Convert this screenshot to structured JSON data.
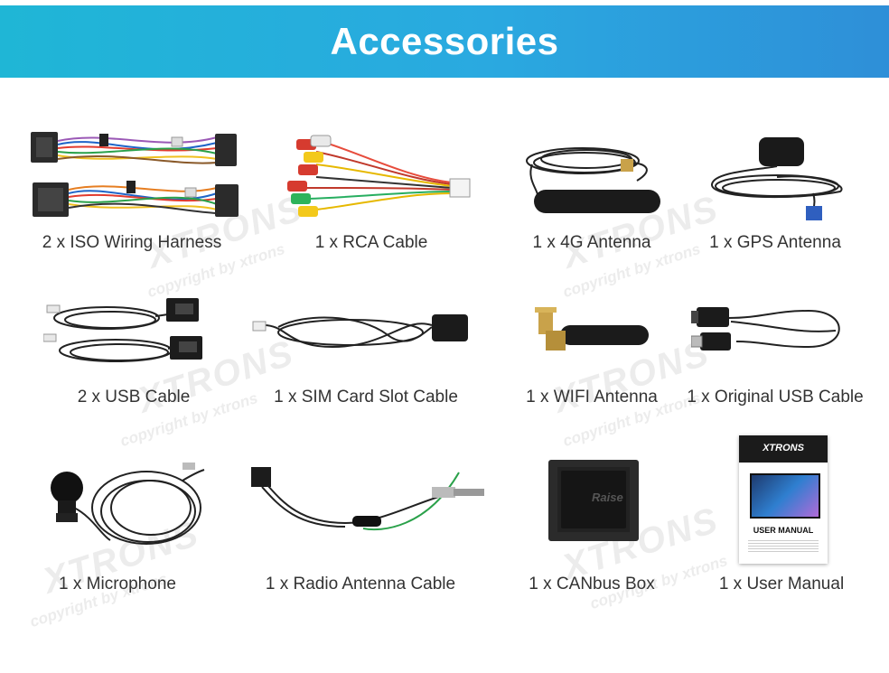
{
  "header": {
    "title": "Accessories"
  },
  "watermark": {
    "brand": "XTRONS",
    "note": "copyright by xtrons"
  },
  "items": [
    {
      "caption": "2 x ISO Wiring Harness"
    },
    {
      "caption": "1 x RCA Cable"
    },
    {
      "caption": "1 x 4G Antenna"
    },
    {
      "caption": "1 x GPS Antenna"
    },
    {
      "caption": "2 x USB Cable"
    },
    {
      "caption": "1 x SIM Card Slot Cable"
    },
    {
      "caption": "1 x WIFI Antenna"
    },
    {
      "caption": "1 x Original USB Cable"
    },
    {
      "caption": "1 x Microphone"
    },
    {
      "caption": "1 x Radio Antenna Cable"
    },
    {
      "caption": "1 x CANbus Box"
    },
    {
      "caption": "1 x User Manual"
    }
  ],
  "manual": {
    "brand": "XTRONS",
    "title": "USER MANUAL"
  },
  "canbus": {
    "label": "Raise"
  },
  "colors": {
    "banner_start": "#1fb6d6",
    "banner_end": "#2e8fd8",
    "cable": "#222222"
  }
}
